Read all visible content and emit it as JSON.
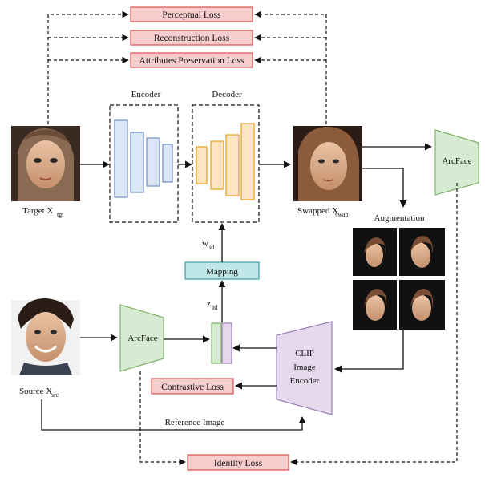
{
  "losses": {
    "perceptual": "Perceptual Loss",
    "reconstruction": "Reconstruction Loss",
    "attributes": "Attributes Preservation Loss",
    "contrastive": "Contrastive Loss",
    "identity": "Identity Loss"
  },
  "blocks": {
    "encoder": "Encoder",
    "decoder": "Decoder",
    "arcface_top": "ArcFace",
    "arcface_bottom": "ArcFace",
    "mapping": "Mapping",
    "clip_line1": "CLIP",
    "clip_line2": "Image",
    "clip_line3": "Encoder"
  },
  "labels": {
    "target": "Target X",
    "target_sub": "tgt",
    "swapped": "Swapped X",
    "swapped_sub": "swap",
    "source": "Source X",
    "source_sub": "src",
    "augmentation": "Augmentation",
    "w_id": "w",
    "w_id_sub": "id",
    "z_id": "z",
    "z_id_sub": "id",
    "reference": "Reference Image"
  },
  "colors": {
    "loss_fill": "#f6cccc",
    "encoder_fill": "#dbe6f6",
    "decoder_fill": "#fde4c2",
    "arcface_fill": "#d7ebd2",
    "clip_fill": "#e6d9ee",
    "mapping_fill": "#bfe7e9"
  }
}
